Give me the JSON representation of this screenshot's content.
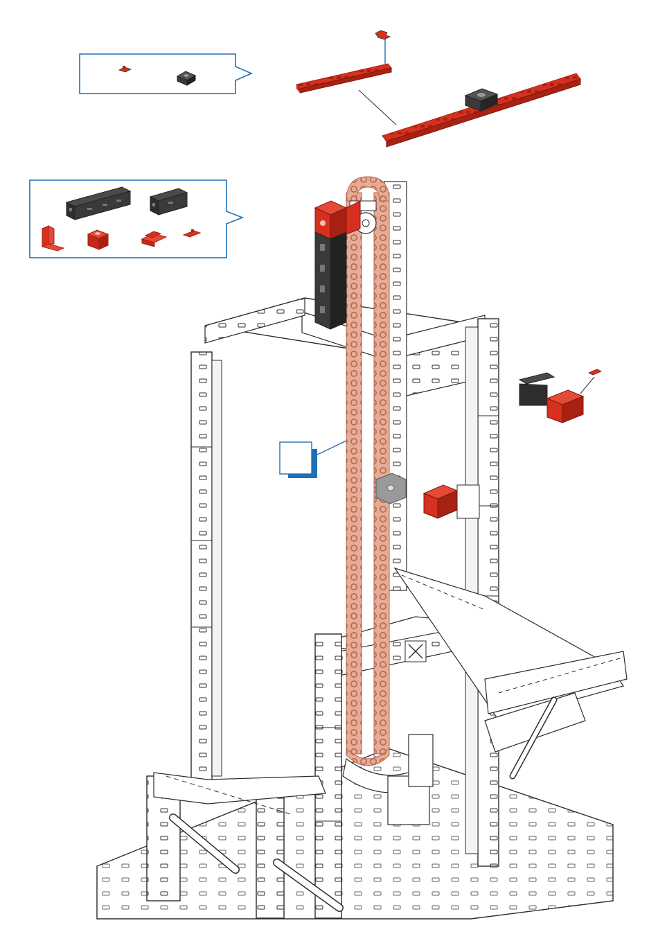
{
  "colors": {
    "background": "#ffffff",
    "callout_border": "#1f6fb8",
    "part_red": "#d7301f",
    "part_red_dark": "#a82214",
    "part_black": "#3a3a3a",
    "part_black_dark": "#222222",
    "part_gray": "#9a9a9a",
    "chain": "#d99a82",
    "chain_dark": "#b8664c",
    "outline": "#2b2b2b",
    "white_part": "#ffffff",
    "step_mark": "#1f6fb8"
  },
  "callouts": [
    {
      "name": "parts-callout-top",
      "parts": [
        "red-connector-icon",
        "black-building-plate-icon"
      ]
    },
    {
      "name": "parts-callout-middle",
      "parts": [
        "black-building-block-30-icon",
        "black-building-block-15-icon",
        "red-angle-block-icon",
        "red-building-block-icon",
        "red-spring-cam-icon",
        "red-small-connector-icon"
      ]
    }
  ],
  "step_marker": {
    "name": "step-number-box",
    "label": ""
  }
}
